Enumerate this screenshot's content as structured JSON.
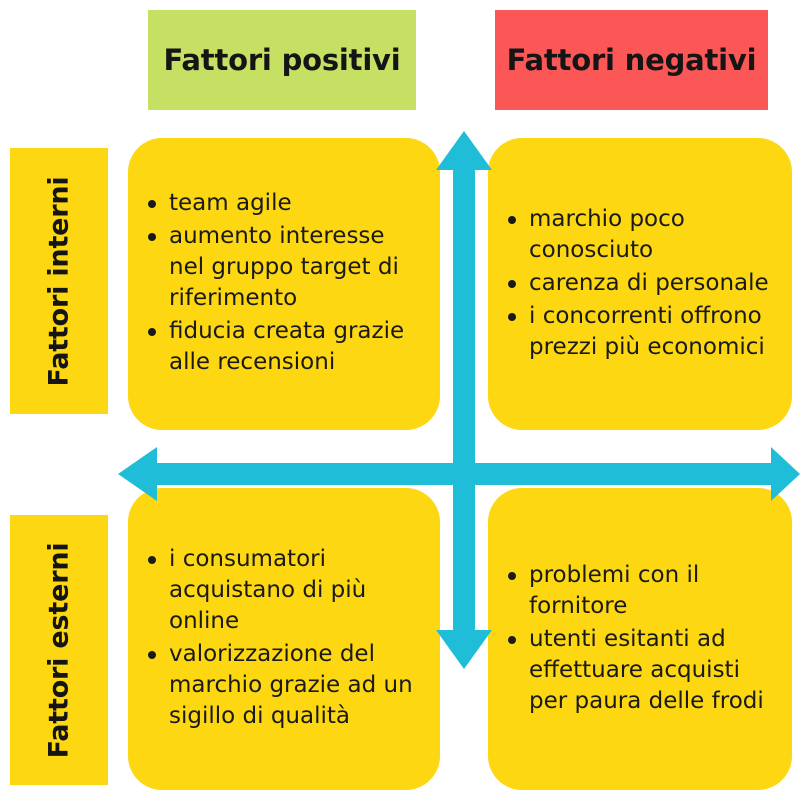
{
  "colors": {
    "positive_header_bg": "#c5e063",
    "negative_header_bg": "#fb5757",
    "quadrant_bg": "#fcd712",
    "row_label_bg": "#fcd712",
    "arrow": "#1fbdd8",
    "text": "#1a1a1a",
    "page_bg": "#ffffff"
  },
  "columns": [
    {
      "id": "positive",
      "label": "Fattori positivi"
    },
    {
      "id": "negative",
      "label": "Fattori negativi"
    }
  ],
  "rows": [
    {
      "id": "internal",
      "label": "Fattori interni"
    },
    {
      "id": "external",
      "label": "Fattori esterni"
    }
  ],
  "quadrants": {
    "strengths": {
      "row": "Fattori interni",
      "column": "Fattori positivi",
      "items": [
        "team agile",
        "aumento interesse nel gruppo target di riferimento",
        "fiducia creata grazie alle recensioni"
      ]
    },
    "weaknesses": {
      "row": "Fattori interni",
      "column": "Fattori negativi",
      "items": [
        "marchio poco conosciuto",
        "carenza di personale",
        "i concorrenti offrono prezzi più economici"
      ]
    },
    "opportunities": {
      "row": "Fattori esterni",
      "column": "Fattori positivi",
      "items": [
        "i consumatori acquistano di più online",
        "valorizzazione del marchio grazie ad un sigillo di qualità"
      ]
    },
    "threats": {
      "row": "Fattori esterni",
      "column": "Fattori negativi",
      "items": [
        "problemi con il fornitore",
        "utenti esitanti ad effettuare acquisti per paura delle frodi"
      ]
    }
  },
  "arrows": {
    "vertical_icon": "double-headed-vertical-arrow-icon",
    "horizontal_icon": "double-headed-horizontal-arrow-icon"
  }
}
